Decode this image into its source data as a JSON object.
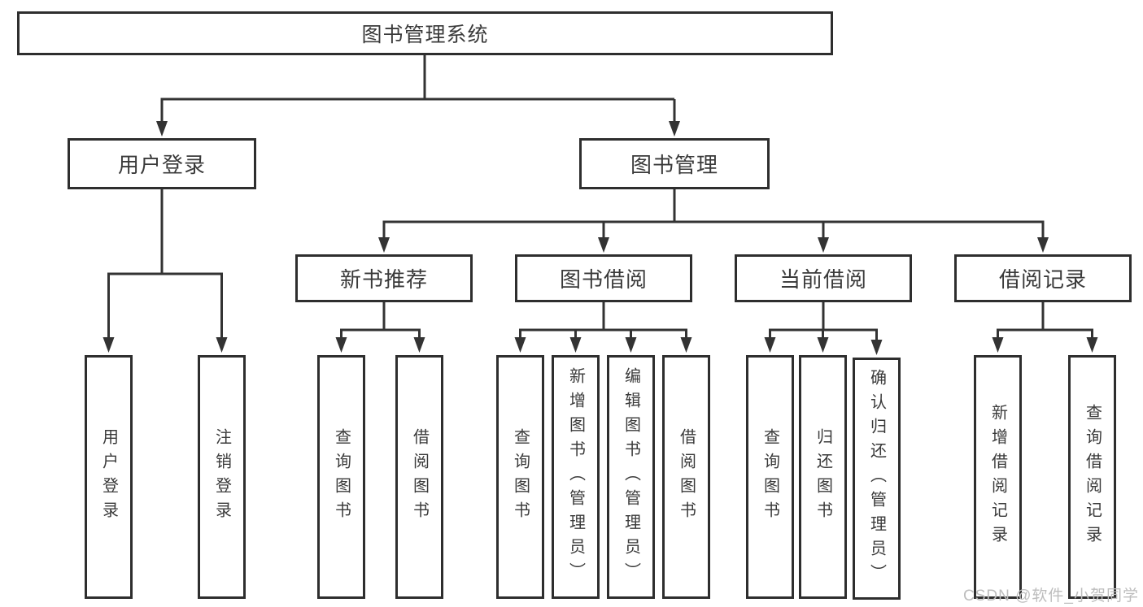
{
  "diagram": {
    "type": "hierarchy-tree",
    "background": "#ffffff",
    "line_color": "#333333",
    "box_border_color": "#2e2e2e",
    "text_color": "#3a3a3a",
    "watermark": {
      "text": "CSDN @软件_小贺同学",
      "color": "#bdbdbd"
    },
    "tree": {
      "label": "图书管理系统",
      "children": [
        {
          "label": "用户登录",
          "children": [
            {
              "label": "用户登录"
            },
            {
              "label": "注销登录"
            }
          ]
        },
        {
          "label": "图书管理",
          "children": [
            {
              "label": "新书推荐",
              "children": [
                {
                  "label": "查询图书"
                },
                {
                  "label": "借阅图书"
                }
              ]
            },
            {
              "label": "图书借阅",
              "children": [
                {
                  "label": "查询图书"
                },
                {
                  "label": "新增图书（管理员）"
                },
                {
                  "label": "编辑图书（管理员）"
                },
                {
                  "label": "借阅图书"
                }
              ]
            },
            {
              "label": "当前借阅",
              "children": [
                {
                  "label": "查询图书"
                },
                {
                  "label": "归还图书"
                },
                {
                  "label": "确认归还（管理员）"
                }
              ]
            },
            {
              "label": "借阅记录",
              "children": [
                {
                  "label": "新增借阅记录"
                },
                {
                  "label": "查询借阅记录"
                }
              ]
            }
          ]
        }
      ]
    }
  }
}
